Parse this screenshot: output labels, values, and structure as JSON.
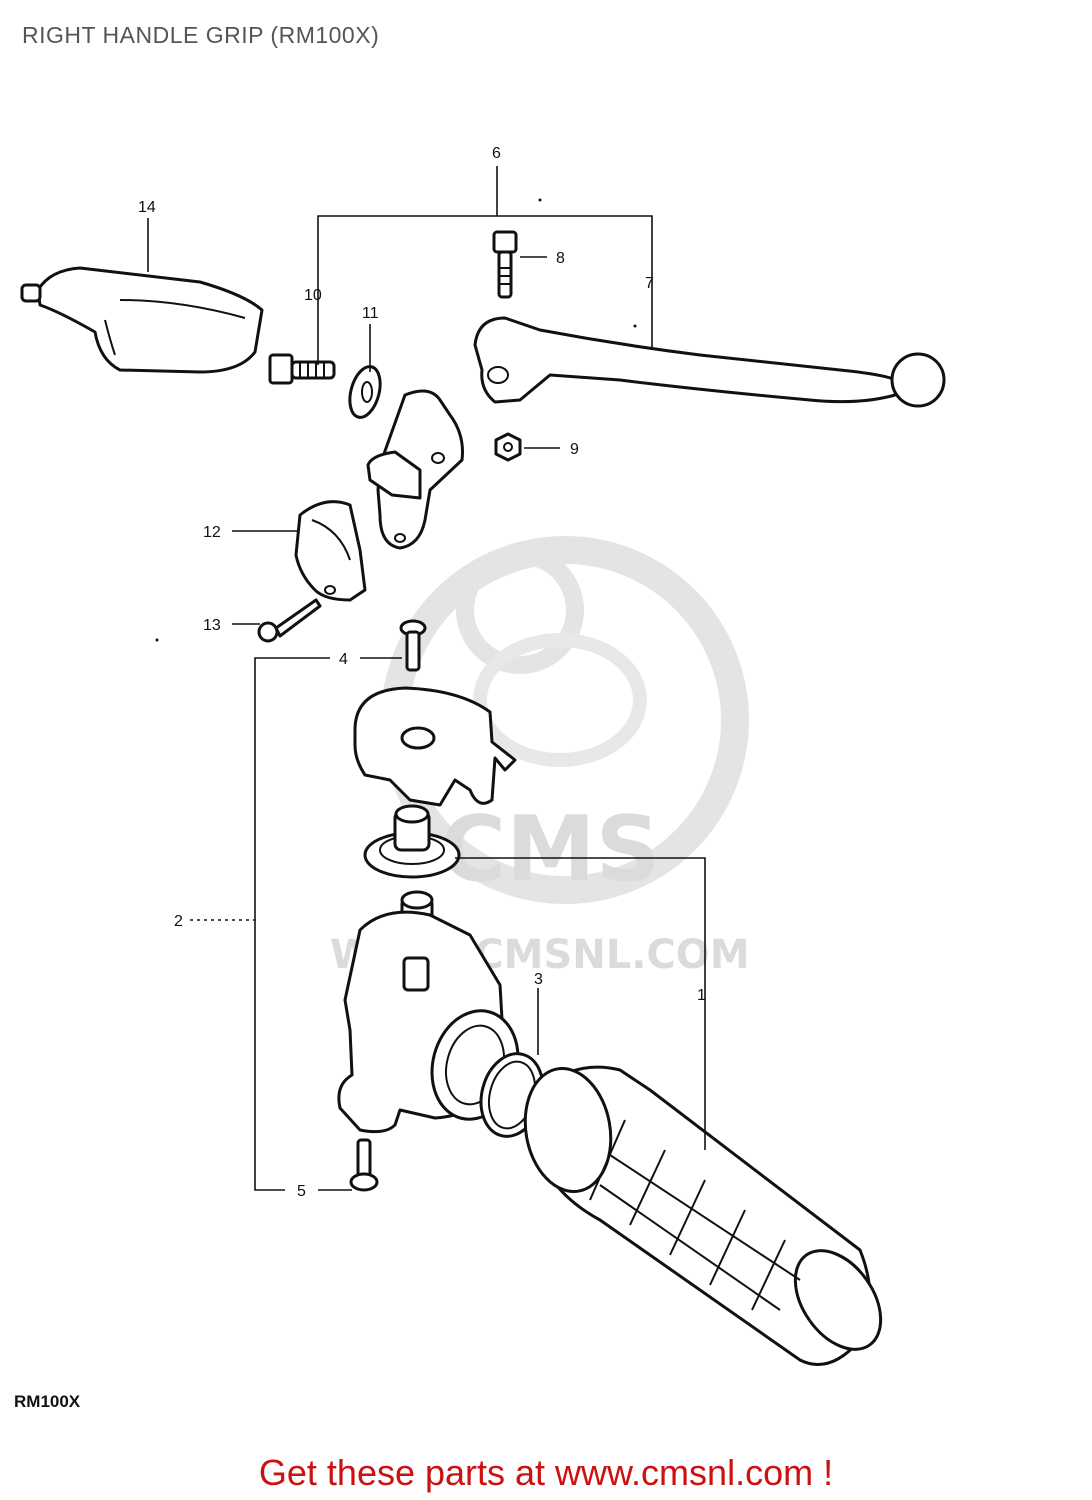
{
  "header": {
    "title": "RIGHT HANDLE GRIP (RM100X)"
  },
  "labels": {
    "p1": "1",
    "p2": "2",
    "p3": "3",
    "p4": "4",
    "p5": "5",
    "p6": "6",
    "p7": "7",
    "p8": "8",
    "p9": "9",
    "p10": "10",
    "p11": "11",
    "p12": "12",
    "p13": "13",
    "p14": "14"
  },
  "watermark": {
    "logo_text": "CMS",
    "url_text": "WWW.CMSNL.COM"
  },
  "footer": {
    "model_code": "RM100X",
    "cta": "Get these parts at www.cmsnl.com !"
  }
}
